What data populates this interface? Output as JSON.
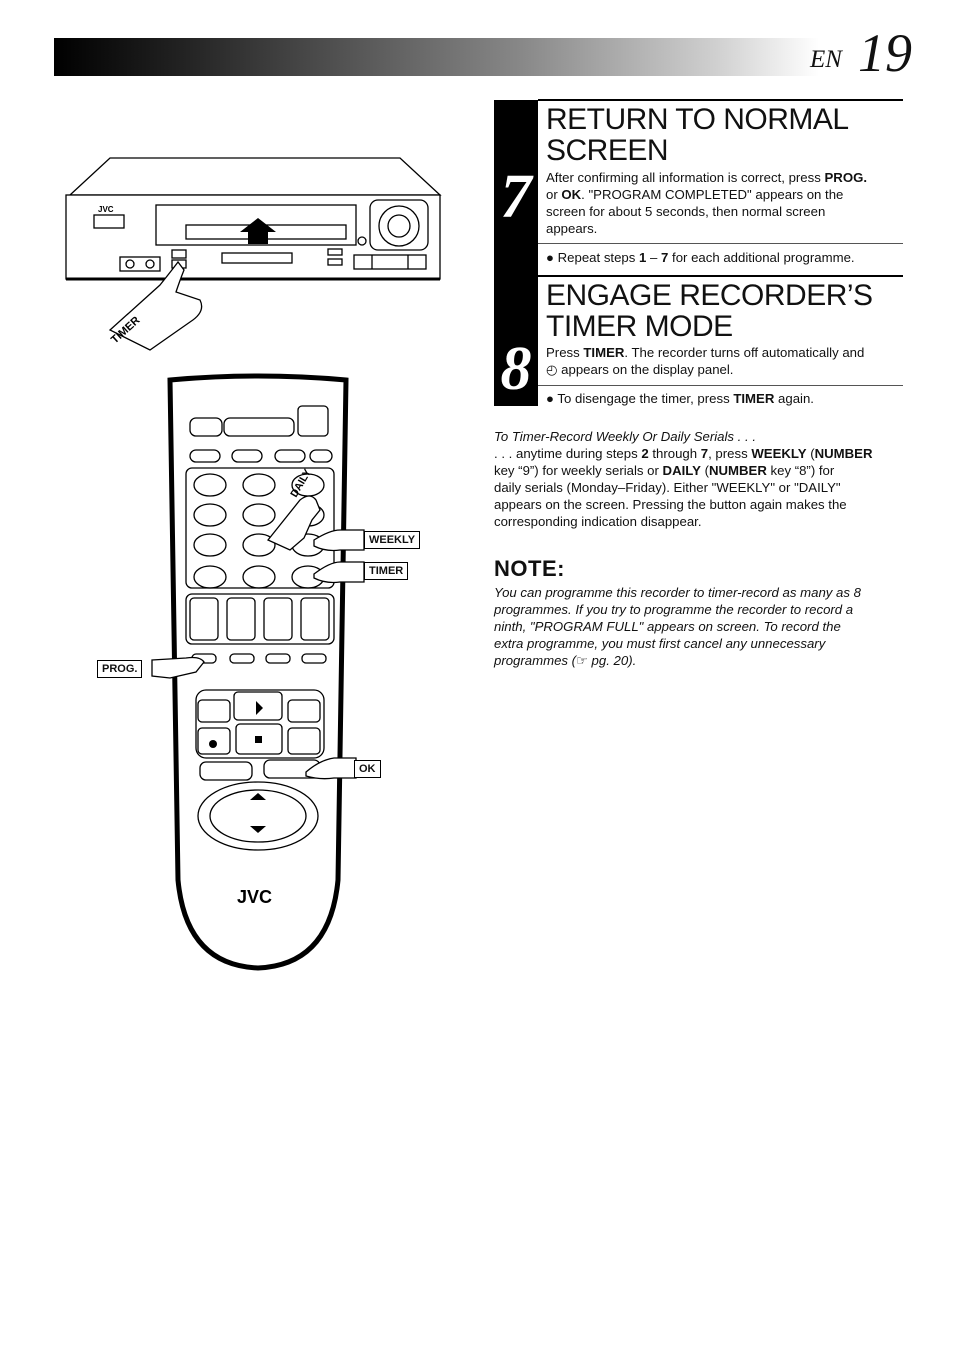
{
  "header": {
    "lang": "EN",
    "page_number": "19"
  },
  "step7": {
    "number": "7",
    "title_line1": "RETURN TO NORMAL",
    "title_line2": "SCREEN",
    "p1": "After confirming all information is correct, press ",
    "p1_key1": "PROG.",
    "p2": "or ",
    "p2_key2": "OK",
    "p2_rest": ". \"PROGRAM COMPLETED\" appears on the",
    "p3": "screen for about 5 seconds, then normal screen",
    "p4": "appears.",
    "bullet_a": "● Repeat steps ",
    "bullet_k1": "1",
    "bullet_mid": " – ",
    "bullet_k2": "7",
    "bullet_end": " for each additional programme."
  },
  "step8": {
    "number": "8",
    "title_line1": "ENGAGE RECORDER’S",
    "title_line2": "TIMER MODE",
    "p1": "Press ",
    "p1_key": "TIMER",
    "p1_rest": ". The recorder turns off automatically and",
    "p2": "◴ appears on the display panel.",
    "bullet_a": "● To disengage the timer, press ",
    "bullet_key": "TIMER",
    "bullet_end": " again."
  },
  "weekly": {
    "intro": "To Timer-Record Weekly Or Daily Serials . . .",
    "l1_a": ". . . anytime during steps ",
    "l1_k1": "2",
    "l1_b": " through ",
    "l1_k2": "7",
    "l1_c": ", press ",
    "l1_k3": "WEEKLY",
    "l1_d": " (",
    "l1_k4": "NUMBER",
    "l2": "key “9”) for weekly serials or ",
    "l2_k1": "DAILY",
    "l2_b": " (",
    "l2_k2": "NUMBER",
    "l2_c": " key “8”) for",
    "l3": "daily serials (Monday–Friday). Either \"WEEKLY\" or \"DAILY\"",
    "l4": "appears on the screen. Pressing the button again makes the",
    "l5": "corresponding indication disappear."
  },
  "note": {
    "heading": "NOTE:",
    "l1": "You can programme this recorder to timer-record as many as 8",
    "l2": "programmes. If you try to programme the recorder to record a",
    "l3": "ninth, \"PROGRAM FULL\" appears on screen. To record the",
    "l4": "extra programme, you must first cancel any unnecessary",
    "l5": "programmes (☞ pg. 20)."
  },
  "illustration": {
    "vcr_brand": "JVC",
    "remote_brand": "JVC",
    "callout_timer_vcr": "TIMER",
    "callout_daily": "DAILY",
    "callout_weekly": "WEEKLY",
    "callout_timer": "TIMER",
    "callout_prog": "PROG.",
    "callout_ok": "OK"
  }
}
